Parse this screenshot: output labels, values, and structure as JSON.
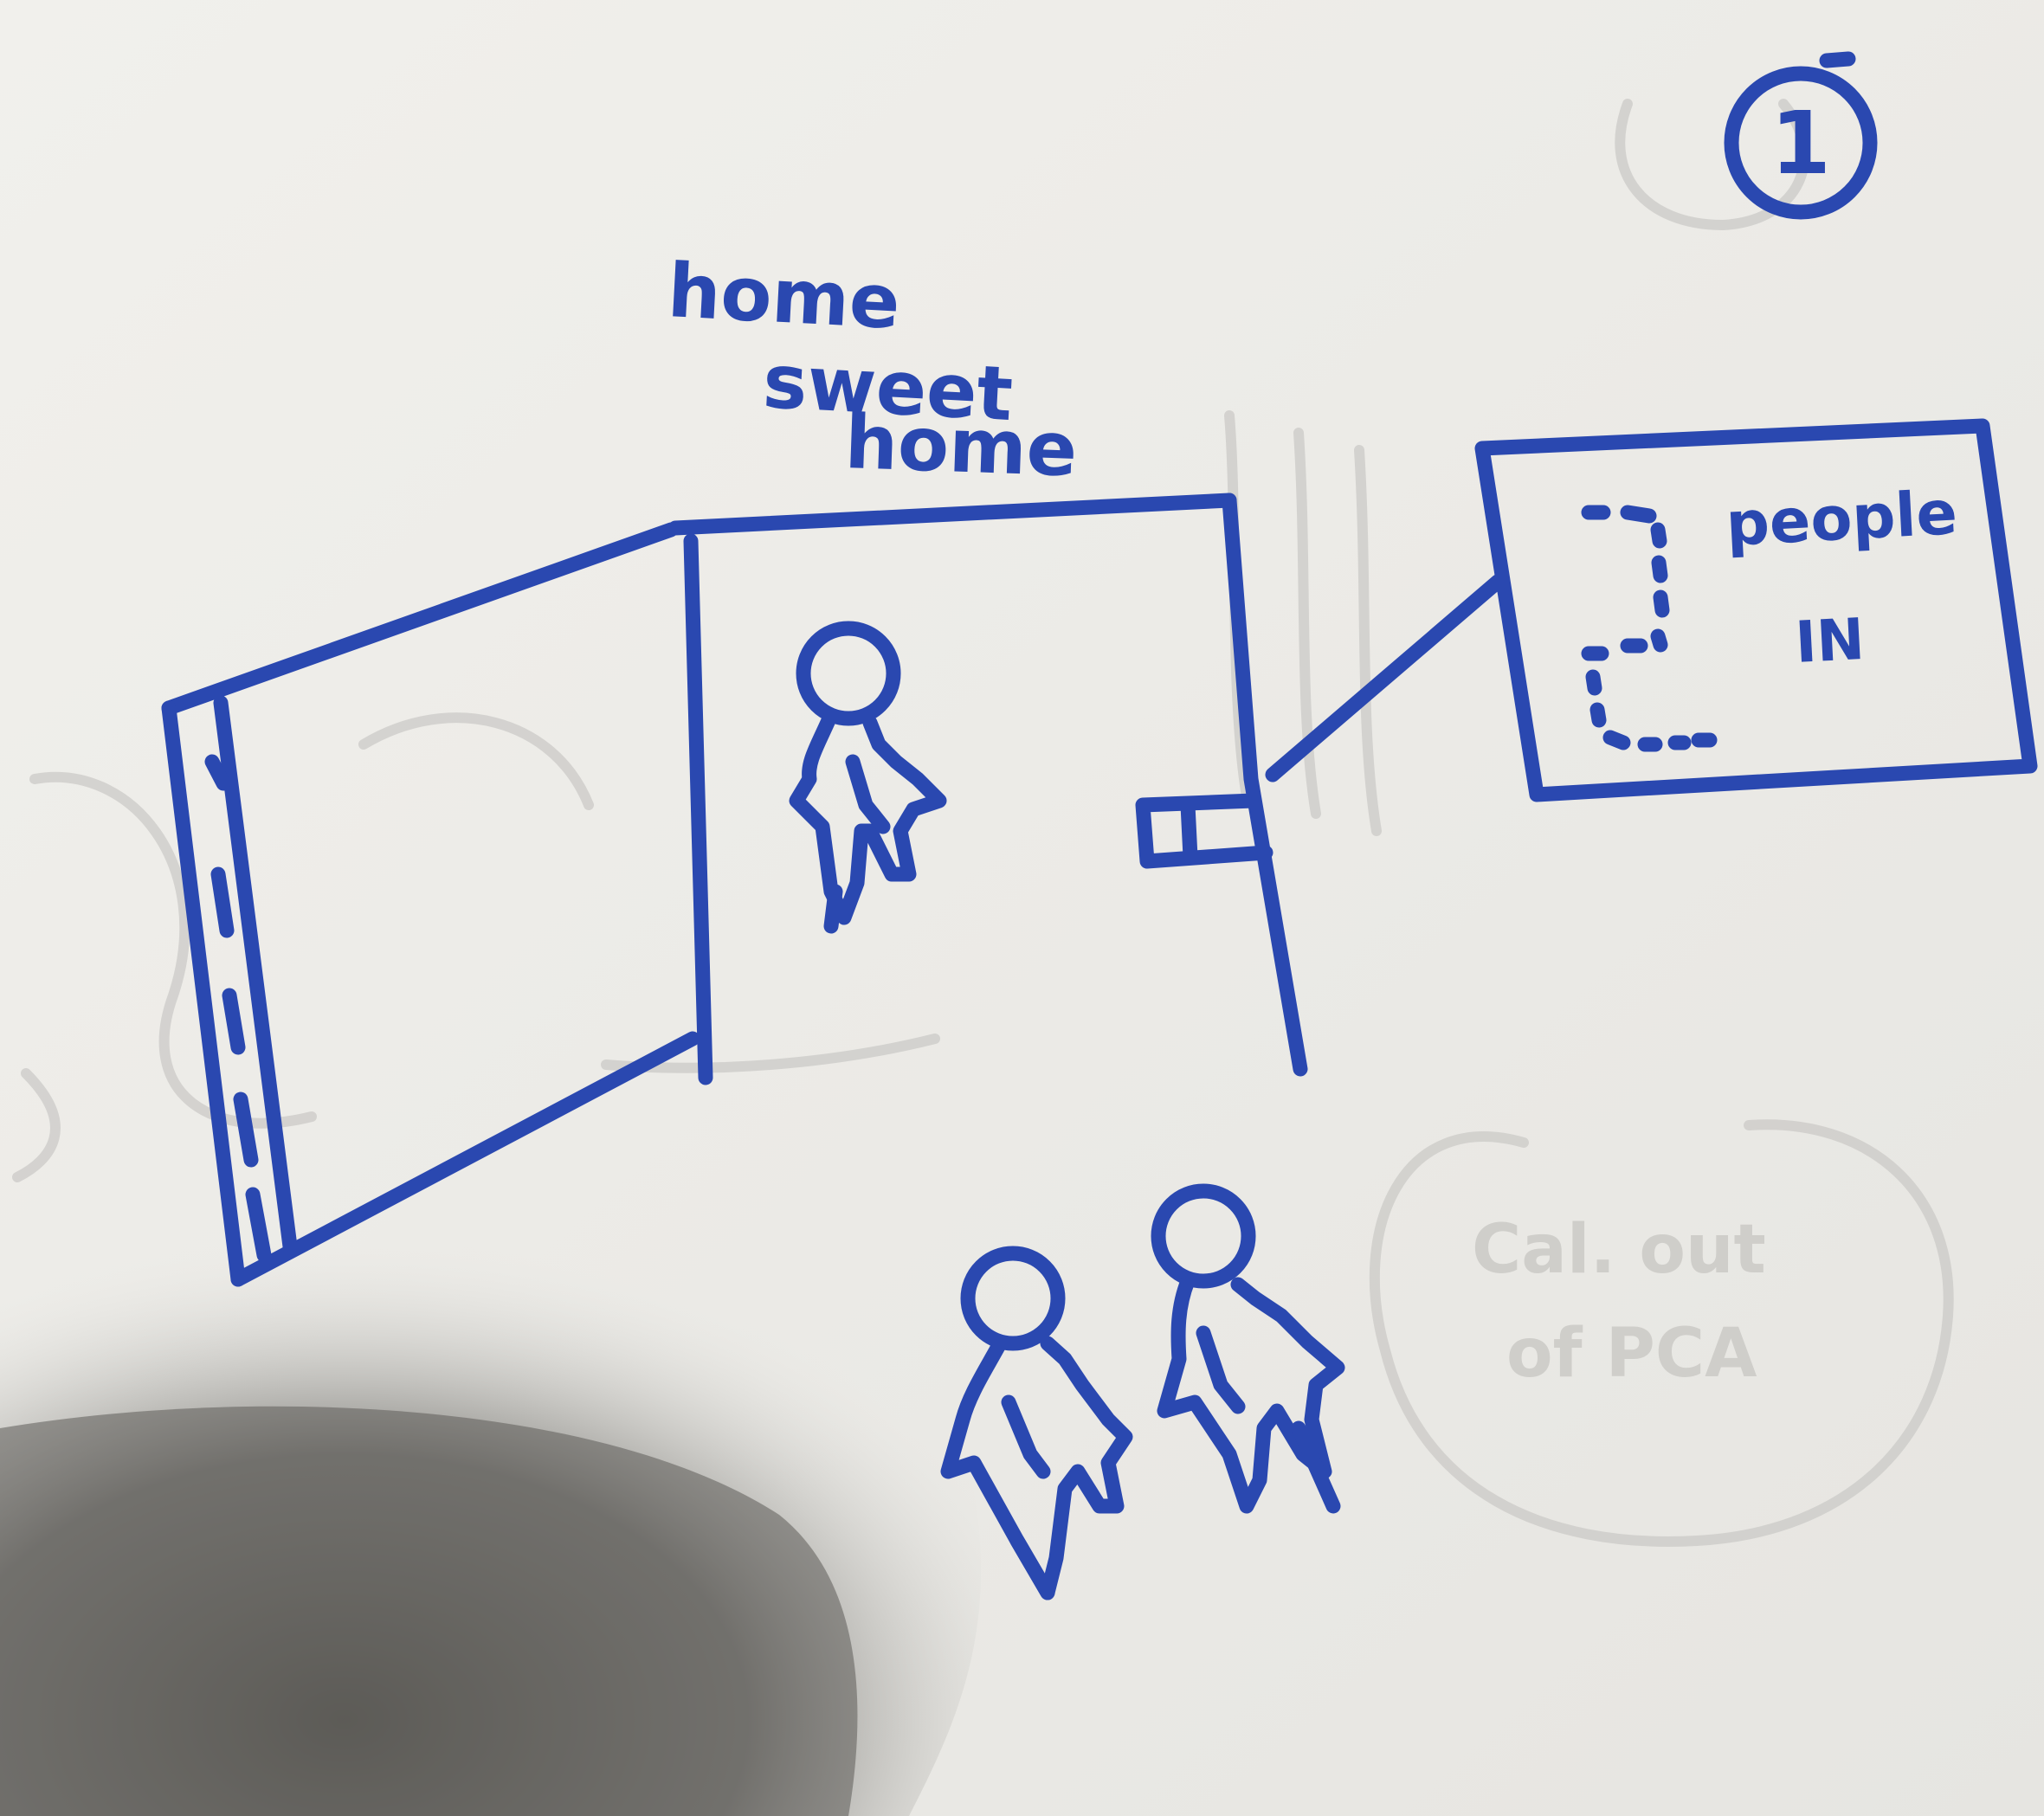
{
  "page_number": "1",
  "sign_text": {
    "line1": "home",
    "line2": "sweet",
    "line3": "home"
  },
  "display_panel": {
    "label_line1": "people",
    "label_line2": "IN"
  },
  "ghost_note": {
    "line1": "Cal. out",
    "line2": "of PCA"
  },
  "colors": {
    "ink": "#2a48b0",
    "paper": "#ecebe7",
    "shadow": "#5f5e5b"
  }
}
